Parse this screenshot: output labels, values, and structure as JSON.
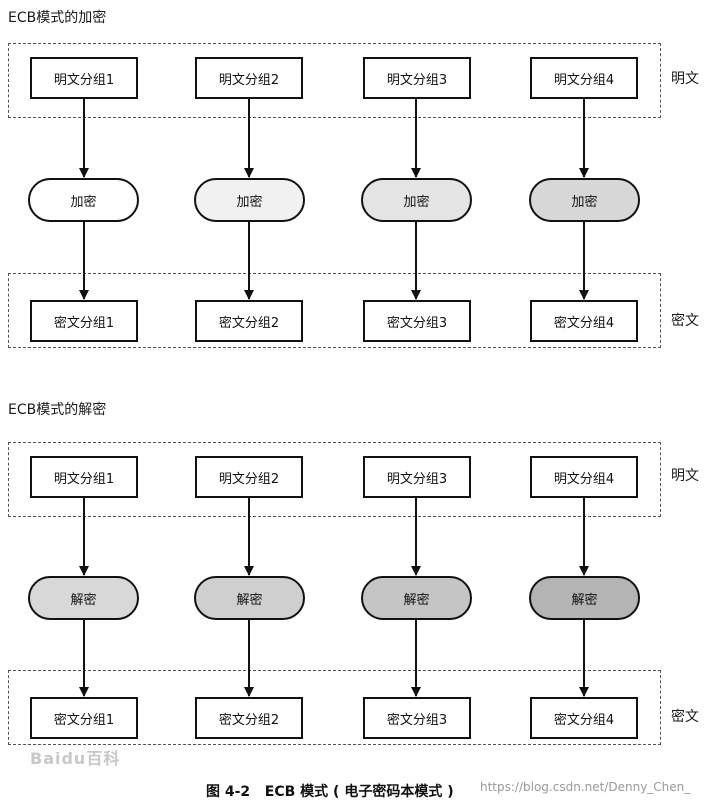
{
  "encrypt": {
    "title": "ECB模式的加密",
    "plaintext_side_label": "明文",
    "ciphertext_side_label": "密文",
    "plaintext_blocks": [
      "明文分组1",
      "明文分组2",
      "明文分组3",
      "明文分组4"
    ],
    "operations": [
      "加密",
      "加密",
      "加密",
      "加密"
    ],
    "ciphertext_blocks": [
      "密文分组1",
      "密文分组2",
      "密文分组3",
      "密文分组4"
    ]
  },
  "decrypt": {
    "title": "ECB模式的解密",
    "plaintext_side_label": "明文",
    "ciphertext_side_label": "密文",
    "plaintext_blocks": [
      "明文分组1",
      "明文分组2",
      "明文分组3",
      "明文分组4"
    ],
    "operations": [
      "解密",
      "解密",
      "解密",
      "解密"
    ],
    "ciphertext_blocks": [
      "密文分组1",
      "密文分组2",
      "密文分组3",
      "密文分组4"
    ]
  },
  "caption": "图 4-2   ECB 模式 ( 电子密码本模式 )",
  "watermark": {
    "url": "https://blog.csdn.net/Denny_Chen_",
    "logo": "Baidu百科"
  },
  "colors": {
    "encrypt_pill_fills": [
      "#ffffff",
      "#f1f1f1",
      "#e4e4e4",
      "#d7d7d7"
    ],
    "decrypt_pill_fills": [
      "#d8d8d8",
      "#cfcfcf",
      "#c5c5c5",
      "#b4b4b4"
    ]
  }
}
